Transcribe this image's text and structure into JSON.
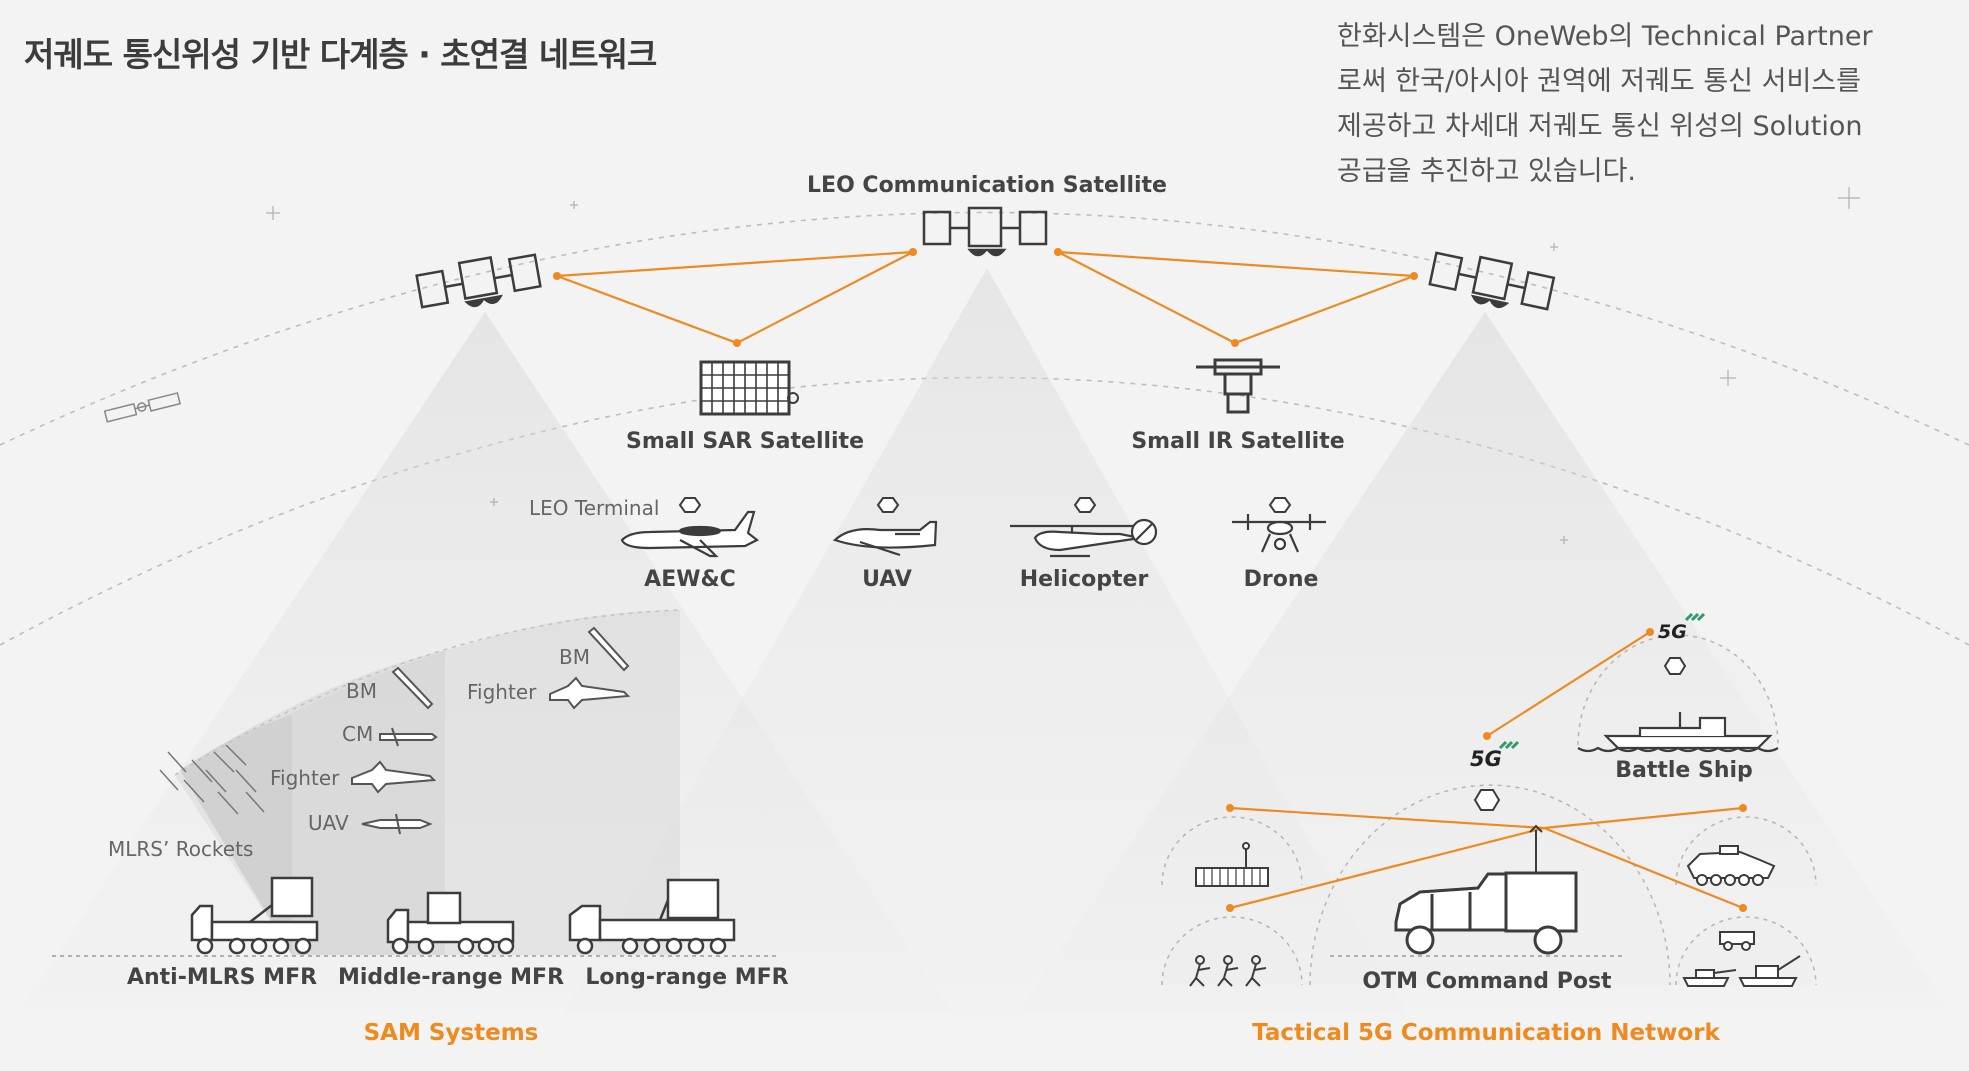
{
  "title": "저궤도 통신위성 기반 다계층 · 초연결 네트워크",
  "description": [
    "한화시스템은 OneWeb의 Technical Partner",
    "로써 한국/아시아 권역에 저궤도 통신 서비스를",
    "제공하고 차세대 저궤도 통신 위성의 Solution",
    "공급을 추진하고 있습니다."
  ],
  "satellites": {
    "leo": "LEO Communication Satellite",
    "sar": "Small SAR Satellite",
    "ir": "Small IR Satellite"
  },
  "terminal_label": "LEO Terminal",
  "aircraft": [
    "AEW&C",
    "UAV",
    "Helicopter",
    "Drone"
  ],
  "threats": {
    "bm1": "BM",
    "bm2": "BM",
    "fighter1": "Fighter",
    "fighter2": "Fighter",
    "cm": "CM",
    "uav": "UAV",
    "rockets": "MLRS’ Rockets"
  },
  "radars": [
    "Anti-MLRS MFR",
    "Middle-range MFR",
    "Long-range MFR"
  ],
  "network": {
    "five_g": "5G",
    "battle_ship": "Battle Ship",
    "command_post": "OTM Command Post"
  },
  "sections": {
    "sam": "SAM Systems",
    "tactical": "Tactical 5G Communication Network"
  },
  "colors": {
    "link": "#ee8a22",
    "accent_text": "#ef8a1f",
    "text": "#444444",
    "icon": "#3c3c3c"
  }
}
